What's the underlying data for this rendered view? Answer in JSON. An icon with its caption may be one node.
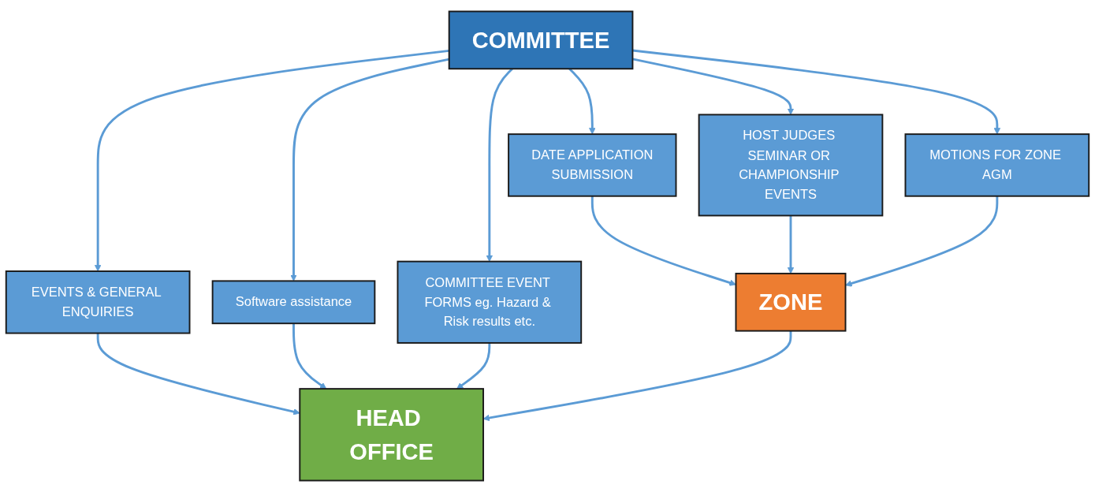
{
  "diagram": {
    "nodes": [
      {
        "text": [
          "COMMITTEE"
        ]
      },
      {
        "text": [
          "DATE APPLICATION",
          "SUBMISSION"
        ]
      },
      {
        "text": [
          "HOST JUDGES SEMINAR OR CHAMPIONSHIP EVENTS"
        ]
      },
      {
        "text": [
          "MOTIONS FOR ZONE AGM"
        ]
      },
      {
        "text": [
          "EVENTS & GENERAL ENQUIRIES"
        ]
      },
      {
        "text": [
          "Software assistance"
        ]
      },
      {
        "text": [
          "COMMITTEE EVENT FORMS eg. Hazard & Risk results etc."
        ]
      },
      {
        "text": [
          "ZONE"
        ]
      },
      {
        "text": [
          "HEAD OFFICE"
        ]
      }
    ],
    "edges": [
      {
        "from": 0,
        "to": 1,
        "arrow": "to"
      },
      {
        "from": 0,
        "to": 2,
        "arrow": "to"
      },
      {
        "from": 0,
        "to": 3,
        "arrow": "to"
      },
      {
        "from": 0,
        "to": 4,
        "arrow": "to"
      },
      {
        "from": 0,
        "to": 5,
        "arrow": "to"
      },
      {
        "from": 0,
        "to": 6,
        "arrow": "to"
      },
      {
        "from": 1,
        "to": 7,
        "arrow": "to"
      },
      {
        "from": 2,
        "to": 7,
        "arrow": "to"
      },
      {
        "from": 3,
        "to": 7,
        "arrow": "to"
      },
      {
        "from": 4,
        "to": 8,
        "arrow": "to"
      },
      {
        "from": 5,
        "to": 8,
        "arrow": "to"
      },
      {
        "from": 6,
        "to": 8,
        "arrow": "to"
      },
      {
        "from": 7,
        "to": 8,
        "arrow": "to"
      }
    ]
  }
}
